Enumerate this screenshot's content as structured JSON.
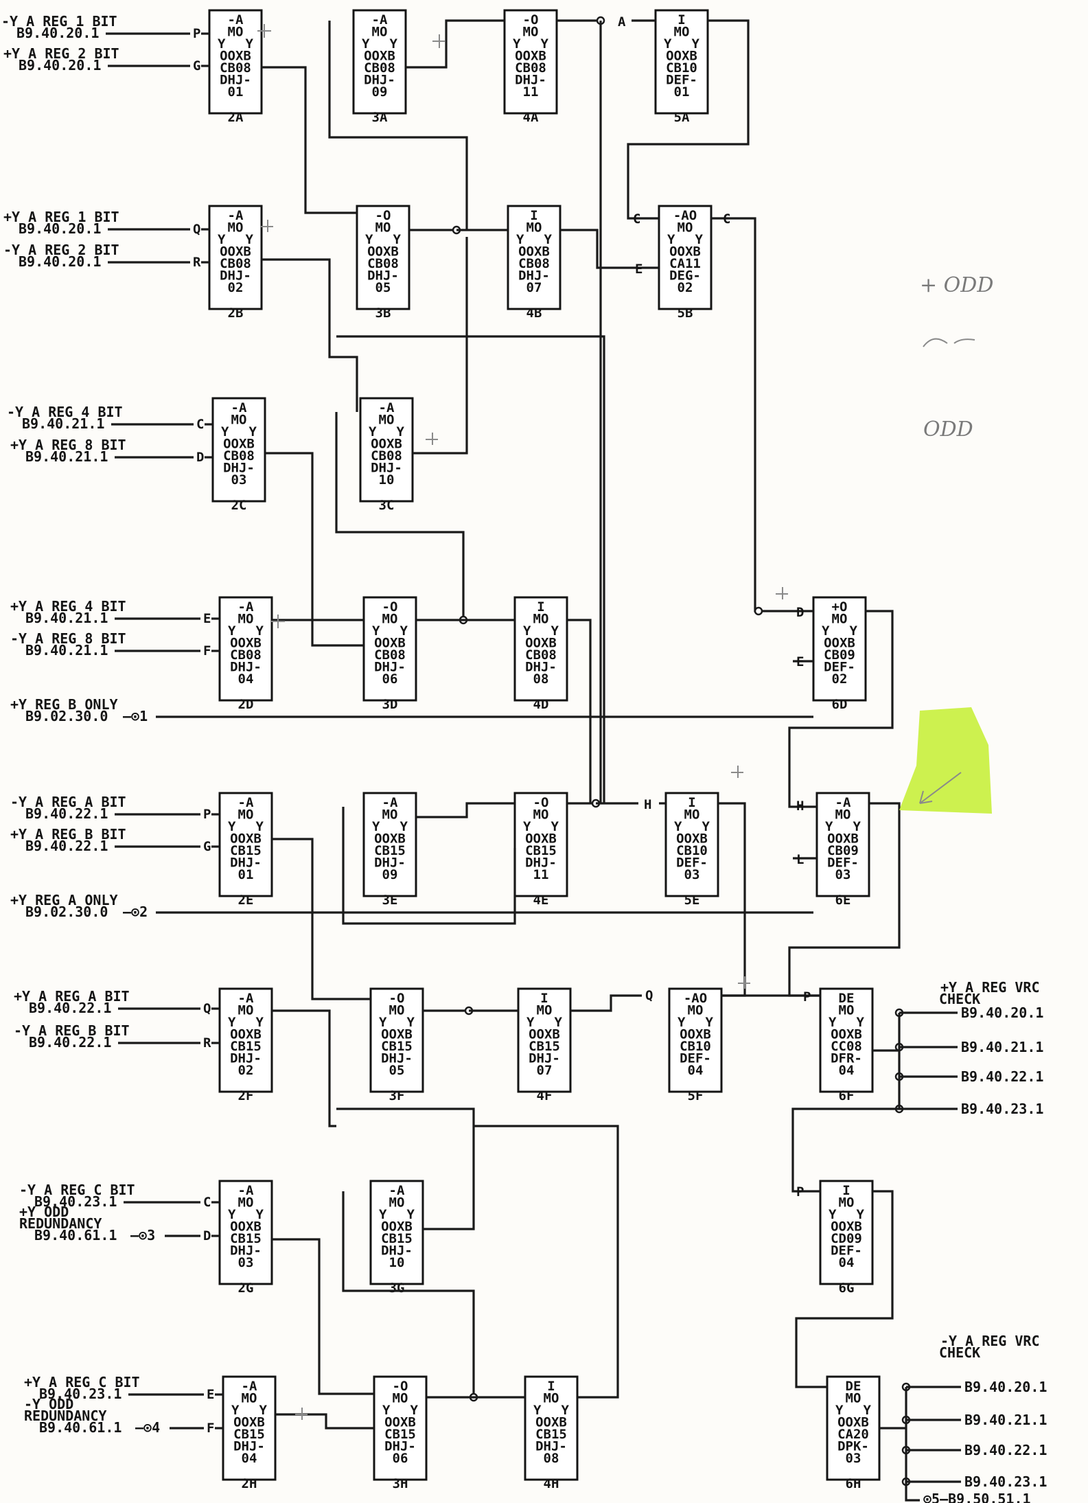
{
  "blocks": [
    {
      "id": "2A",
      "lines": [
        "-A",
        "MO",
        "Y  Y",
        "OOXB",
        "CB08",
        "DHJ-",
        "01"
      ]
    },
    {
      "id": "3A",
      "lines": [
        "-A",
        "MO",
        "Y  Y",
        "OOXB",
        "CB08",
        "DHJ-",
        "09"
      ]
    },
    {
      "id": "4A",
      "lines": [
        "-O",
        "MO",
        "Y  Y",
        "OOXB",
        "CB08",
        "DHJ-",
        "11"
      ]
    },
    {
      "id": "5A",
      "lines": [
        "I",
        "MO",
        "Y  Y",
        "OOXB",
        "CB10",
        "DEF-",
        "01"
      ]
    },
    {
      "id": "2B",
      "lines": [
        "-A",
        "MO",
        "Y  Y",
        "OOXB",
        "CB08",
        "DHJ-",
        "02"
      ]
    },
    {
      "id": "3B",
      "lines": [
        "-O",
        "MO",
        "Y  Y",
        "OOXB",
        "CB08",
        "DHJ-",
        "05"
      ]
    },
    {
      "id": "4B",
      "lines": [
        "I",
        "MO",
        "Y  Y",
        "OOXB",
        "CB08",
        "DHJ-",
        "07"
      ]
    },
    {
      "id": "5B",
      "lines": [
        "-AO",
        "MO",
        "Y  Y",
        "OOXB",
        "CA11",
        "DEG-",
        "02"
      ]
    },
    {
      "id": "2C",
      "lines": [
        "-A",
        "MO",
        "Y  Y",
        "OOXB",
        "CB08",
        "DHJ-",
        "03"
      ]
    },
    {
      "id": "3C",
      "lines": [
        "-A",
        "MO",
        "Y  Y",
        "OOXB",
        "CB08",
        "DHJ-",
        "10"
      ]
    },
    {
      "id": "2D",
      "lines": [
        "-A",
        "MO",
        "Y  Y",
        "OOXB",
        "CB08",
        "DHJ-",
        "04"
      ]
    },
    {
      "id": "3D",
      "lines": [
        "-O",
        "MO",
        "Y  Y",
        "OOXB",
        "CB08",
        "DHJ-",
        "06"
      ]
    },
    {
      "id": "4D",
      "lines": [
        "I",
        "MO",
        "Y  Y",
        "OOXB",
        "CB08",
        "DHJ-",
        "08"
      ]
    },
    {
      "id": "6D",
      "lines": [
        "+O",
        "MO",
        "Y  Y",
        "OOXB",
        "CB09",
        "DEF-",
        "02"
      ]
    },
    {
      "id": "2E",
      "lines": [
        "-A",
        "MO",
        "Y  Y",
        "OOXB",
        "CB15",
        "DHJ-",
        "01"
      ]
    },
    {
      "id": "3E",
      "lines": [
        "-A",
        "MO",
        "Y  Y",
        "OOXB",
        "CB15",
        "DHJ-",
        "09"
      ]
    },
    {
      "id": "4E",
      "lines": [
        "-O",
        "MO",
        "Y  Y",
        "OOXB",
        "CB15",
        "DHJ-",
        "11"
      ]
    },
    {
      "id": "5E",
      "lines": [
        "I",
        "MO",
        "Y  Y",
        "OOXB",
        "CB10",
        "DEF-",
        "03"
      ]
    },
    {
      "id": "6E",
      "lines": [
        "-A",
        "MO",
        "Y  Y",
        "OOXB",
        "CB09",
        "DEF-",
        "03"
      ]
    },
    {
      "id": "2F",
      "lines": [
        "-A",
        "MO",
        "Y  Y",
        "OOXB",
        "CB15",
        "DHJ-",
        "02"
      ]
    },
    {
      "id": "3F",
      "lines": [
        "-O",
        "MO",
        "Y  Y",
        "OOXB",
        "CB15",
        "DHJ-",
        "05"
      ]
    },
    {
      "id": "4F",
      "lines": [
        "I",
        "MO",
        "Y  Y",
        "OOXB",
        "CB15",
        "DHJ-",
        "07"
      ]
    },
    {
      "id": "5F",
      "lines": [
        "-AO",
        "MO",
        "Y  Y",
        "OOXB",
        "CB10",
        "DEF-",
        "04"
      ]
    },
    {
      "id": "6F",
      "lines": [
        "DE",
        "MO",
        "Y  Y",
        "OOXB",
        "CC08",
        "DFR-",
        "04"
      ]
    },
    {
      "id": "2G",
      "lines": [
        "-A",
        "MO",
        "Y  Y",
        "OOXB",
        "CB15",
        "DHJ-",
        "03"
      ]
    },
    {
      "id": "3G",
      "lines": [
        "-A",
        "MO",
        "Y  Y",
        "OOXB",
        "CB15",
        "DHJ-",
        "10"
      ]
    },
    {
      "id": "6G",
      "lines": [
        "I",
        "MO",
        "Y  Y",
        "OOXB",
        "CD09",
        "DEF-",
        "04"
      ]
    },
    {
      "id": "2H",
      "lines": [
        "-A",
        "MO",
        "Y  Y",
        "OOXB",
        "CB15",
        "DHJ-",
        "04"
      ]
    },
    {
      "id": "3H",
      "lines": [
        "-O",
        "MO",
        "Y  Y",
        "OOXB",
        "CB15",
        "DHJ-",
        "06"
      ]
    },
    {
      "id": "4H",
      "lines": [
        "I",
        "MO",
        "Y  Y",
        "OOXB",
        "CB15",
        "DHJ-",
        "08"
      ]
    },
    {
      "id": "6H",
      "lines": [
        "DE",
        "MO",
        "Y  Y",
        "OOXB",
        "CA20",
        "DPK-",
        "03"
      ]
    }
  ],
  "inputs": [
    {
      "name": "-Y A REG 1 BIT",
      "ref": "B9.40.20.1"
    },
    {
      "name": "+Y A REG 2 BIT",
      "ref": "B9.40.20.1"
    },
    {
      "name": "+Y A REG 1 BIT",
      "ref": "B9.40.20.1"
    },
    {
      "name": "-Y A REG 2 BIT",
      "ref": "B9.40.20.1"
    },
    {
      "name": "-Y A REG 4 BIT",
      "ref": "B9.40.21.1"
    },
    {
      "name": "+Y A REG 8 BIT",
      "ref": "B9.40.21.1"
    },
    {
      "name": "+Y A REG 4 BIT",
      "ref": "B9.40.21.1"
    },
    {
      "name": "-Y A REG 8 BIT",
      "ref": "B9.40.21.1"
    },
    {
      "name": "+Y REG B ONLY",
      "ref": "B9.02.30.0",
      "tag": "1"
    },
    {
      "name": "-Y A REG A BIT",
      "ref": "B9.40.22.1"
    },
    {
      "name": "+Y A REG B BIT",
      "ref": "B9.40.22.1"
    },
    {
      "name": "+Y REG A ONLY",
      "ref": "B9.02.30.0",
      "tag": "2"
    },
    {
      "name": "+Y A REG A BIT",
      "ref": "B9.40.22.1"
    },
    {
      "name": "-Y A REG B BIT",
      "ref": "B9.40.22.1"
    },
    {
      "name": "-Y A REG C BIT",
      "ref": "B9.40.23.1"
    },
    {
      "name": "+Y ODD",
      "extra": "REDUNDANCY",
      "ref": "B9.40.61.1",
      "tag": "3"
    },
    {
      "name": "+Y A REG C BIT",
      "ref": "B9.40.23.1"
    },
    {
      "name": "-Y ODD",
      "extra": "REDUNDANCY",
      "ref": "B9.40.61.1",
      "tag": "4"
    }
  ],
  "outputs": {
    "vrc_plus": {
      "line1": "+Y A REG VRC",
      "line2": "CHECK",
      "refs": [
        "B9.40.20.1",
        "B9.40.21.1",
        "B9.40.22.1",
        "B9.40.23.1"
      ]
    },
    "vrc_minus": {
      "line1": "-Y A REG VRC",
      "line2": "CHECK",
      "refs": [
        "B9.40.20.1",
        "B9.40.21.1",
        "B9.40.22.1",
        "B9.40.23.1"
      ]
    },
    "extra_out": {
      "tag": "5",
      "ref": "B9.50.51.1"
    }
  },
  "pins": [
    "P",
    "G",
    "Q",
    "R",
    "C",
    "D",
    "E",
    "F",
    "L",
    "A",
    "H"
  ],
  "notes": {
    "odd1": "+ ODD",
    "odd2": "ODD"
  },
  "sticky_note_color": "#c8f03c"
}
